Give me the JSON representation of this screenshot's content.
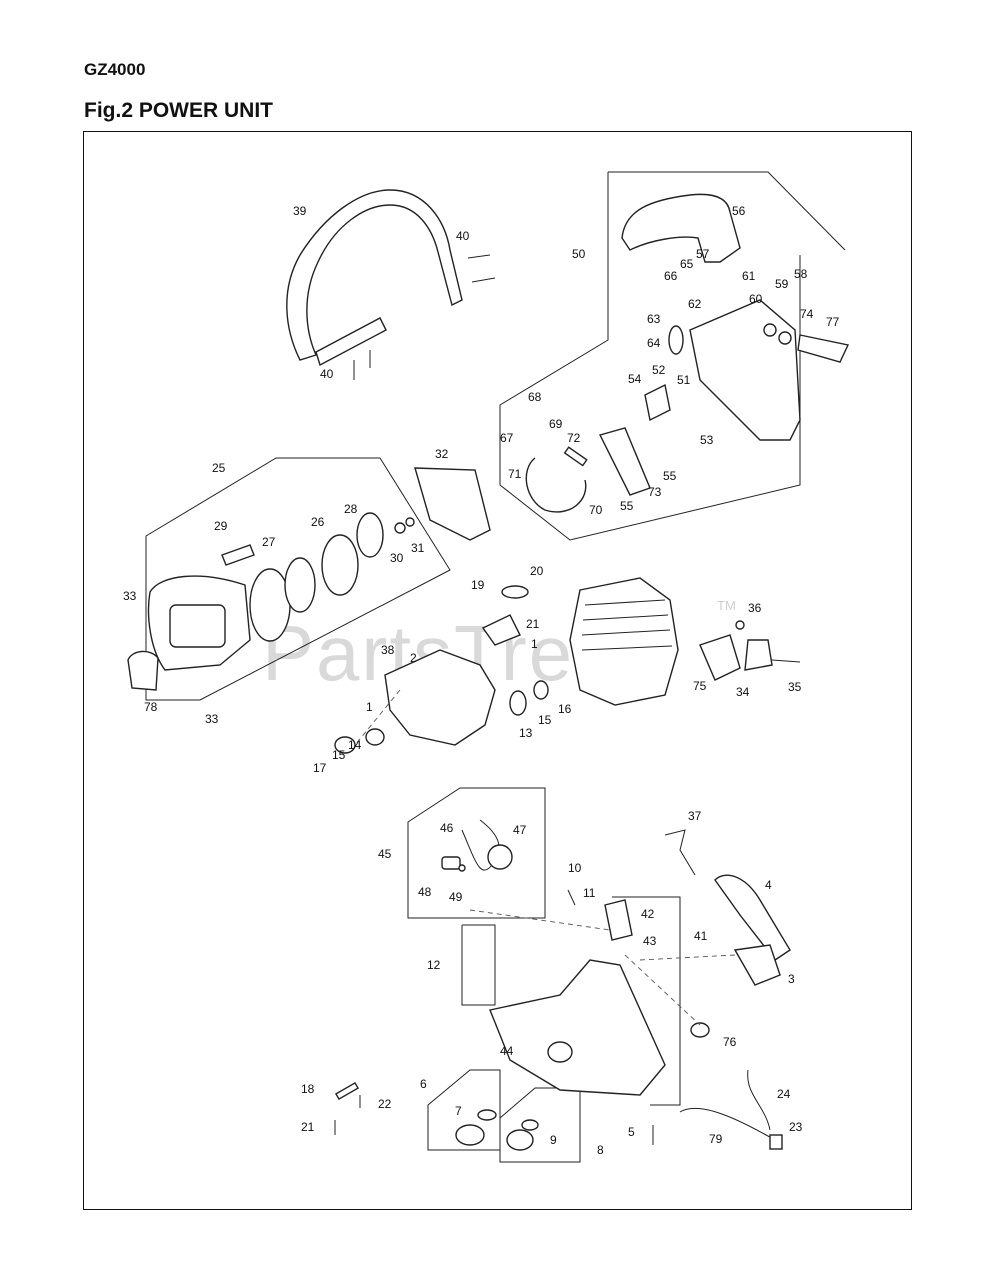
{
  "header": {
    "model": "GZ4000",
    "title": "Fig.2 POWER UNIT"
  },
  "watermark": {
    "text": "PartsTree",
    "tm": "TM"
  },
  "callouts": [
    {
      "id": "c39",
      "label": "39"
    },
    {
      "id": "c40a",
      "label": "40"
    },
    {
      "id": "c40b",
      "label": "40"
    },
    {
      "id": "c50",
      "label": "50"
    },
    {
      "id": "c56",
      "label": "56"
    },
    {
      "id": "c57",
      "label": "57"
    },
    {
      "id": "c65",
      "label": "65"
    },
    {
      "id": "c66",
      "label": "66"
    },
    {
      "id": "c61",
      "label": "61"
    },
    {
      "id": "c59",
      "label": "59"
    },
    {
      "id": "c58",
      "label": "58"
    },
    {
      "id": "c62",
      "label": "62"
    },
    {
      "id": "c60",
      "label": "60"
    },
    {
      "id": "c63",
      "label": "63"
    },
    {
      "id": "c74",
      "label": "74"
    },
    {
      "id": "c77",
      "label": "77"
    },
    {
      "id": "c64",
      "label": "64"
    },
    {
      "id": "c54",
      "label": "54"
    },
    {
      "id": "c52",
      "label": "52"
    },
    {
      "id": "c51",
      "label": "51"
    },
    {
      "id": "c68",
      "label": "68"
    },
    {
      "id": "c67",
      "label": "67"
    },
    {
      "id": "c69",
      "label": "69"
    },
    {
      "id": "c72",
      "label": "72"
    },
    {
      "id": "c53",
      "label": "53"
    },
    {
      "id": "c55a",
      "label": "55"
    },
    {
      "id": "c71",
      "label": "71"
    },
    {
      "id": "c73",
      "label": "73"
    },
    {
      "id": "c70",
      "label": "70"
    },
    {
      "id": "c55b",
      "label": "55"
    },
    {
      "id": "c25",
      "label": "25"
    },
    {
      "id": "c32",
      "label": "32"
    },
    {
      "id": "c28",
      "label": "28"
    },
    {
      "id": "c29",
      "label": "29"
    },
    {
      "id": "c26",
      "label": "26"
    },
    {
      "id": "c27",
      "label": "27"
    },
    {
      "id": "c30",
      "label": "30"
    },
    {
      "id": "c31",
      "label": "31"
    },
    {
      "id": "c20",
      "label": "20"
    },
    {
      "id": "c19",
      "label": "19"
    },
    {
      "id": "c21a",
      "label": "21"
    },
    {
      "id": "c33a",
      "label": "33"
    },
    {
      "id": "c36",
      "label": "36"
    },
    {
      "id": "c1a",
      "label": "1"
    },
    {
      "id": "c38",
      "label": "38"
    },
    {
      "id": "c2",
      "label": "2"
    },
    {
      "id": "c75",
      "label": "75"
    },
    {
      "id": "c34",
      "label": "34"
    },
    {
      "id": "c35",
      "label": "35"
    },
    {
      "id": "c78",
      "label": "78"
    },
    {
      "id": "c33b",
      "label": "33"
    },
    {
      "id": "c1b",
      "label": "1"
    },
    {
      "id": "c16",
      "label": "16"
    },
    {
      "id": "c15a",
      "label": "15"
    },
    {
      "id": "c13",
      "label": "13"
    },
    {
      "id": "c14",
      "label": "14"
    },
    {
      "id": "c15b",
      "label": "15"
    },
    {
      "id": "c17",
      "label": "17"
    },
    {
      "id": "c37",
      "label": "37"
    },
    {
      "id": "c46",
      "label": "46"
    },
    {
      "id": "c47",
      "label": "47"
    },
    {
      "id": "c45",
      "label": "45"
    },
    {
      "id": "c10",
      "label": "10"
    },
    {
      "id": "c48",
      "label": "48"
    },
    {
      "id": "c49",
      "label": "49"
    },
    {
      "id": "c4",
      "label": "4"
    },
    {
      "id": "c11",
      "label": "11"
    },
    {
      "id": "c42",
      "label": "42"
    },
    {
      "id": "c43",
      "label": "43"
    },
    {
      "id": "c41",
      "label": "41"
    },
    {
      "id": "c12",
      "label": "12"
    },
    {
      "id": "c3",
      "label": "3"
    },
    {
      "id": "c76",
      "label": "76"
    },
    {
      "id": "c44",
      "label": "44"
    },
    {
      "id": "c18",
      "label": "18"
    },
    {
      "id": "c24",
      "label": "24"
    },
    {
      "id": "c6",
      "label": "6"
    },
    {
      "id": "c22",
      "label": "22"
    },
    {
      "id": "c7",
      "label": "7"
    },
    {
      "id": "c23",
      "label": "23"
    },
    {
      "id": "c21b",
      "label": "21"
    },
    {
      "id": "c5",
      "label": "5"
    },
    {
      "id": "c79",
      "label": "79"
    },
    {
      "id": "c9",
      "label": "9"
    },
    {
      "id": "c8",
      "label": "8"
    }
  ]
}
